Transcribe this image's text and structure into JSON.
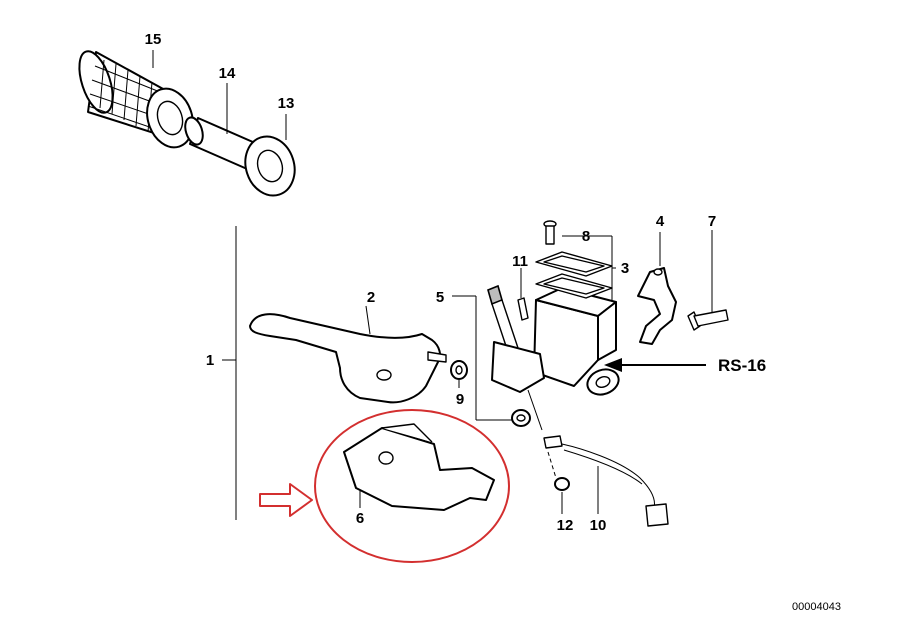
{
  "callouts": {
    "c1": "1",
    "c2": "2",
    "c3": "3",
    "c4": "4",
    "c5": "5",
    "c6": "6",
    "c7": "7",
    "c8": "8",
    "c9": "9",
    "c10": "10",
    "c11": "11",
    "c12": "12",
    "c13": "13",
    "c14": "14",
    "c15": "15"
  },
  "assembly_label": "RS-16",
  "diagram_id": "00004043",
  "colors": {
    "line": "#000000",
    "highlight": "#d32f2f",
    "background": "#ffffff"
  },
  "icons": {
    "indicator_arrow": "hollow-right-arrow-icon",
    "pointer_arrow": "left-arrow-icon"
  }
}
